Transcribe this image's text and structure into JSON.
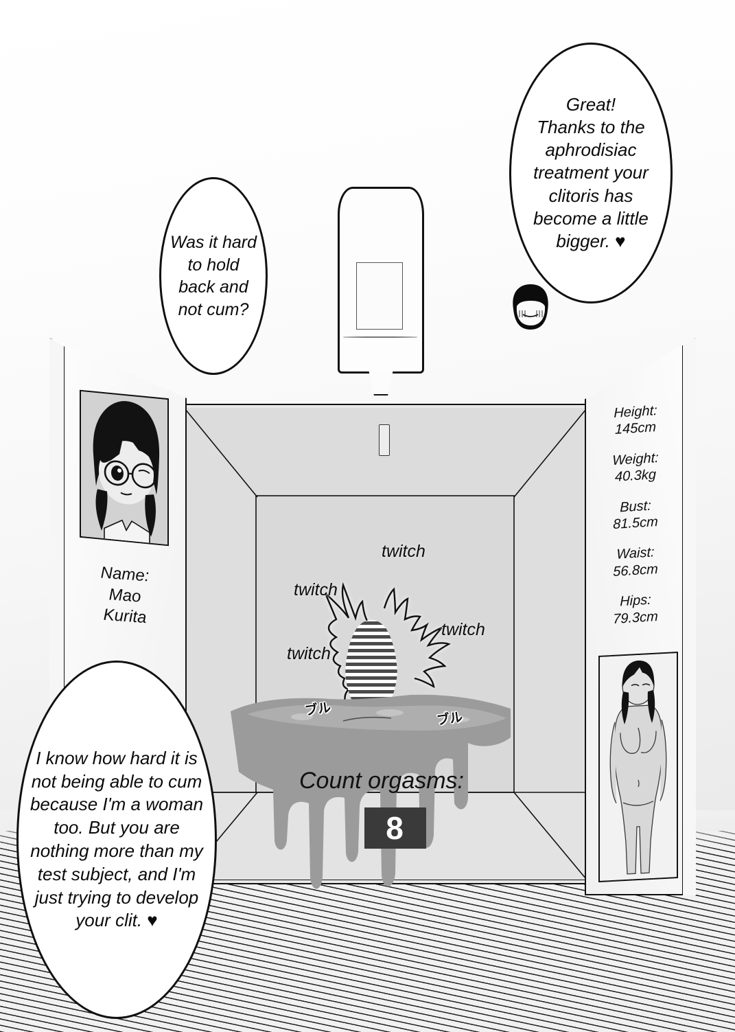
{
  "scene": {
    "title": "Test booth panel",
    "floor_label": "hatched-floor"
  },
  "bubbles": {
    "top_left": "Was it hard to hold back and not cum?",
    "top_right": "Great!\nThanks to the aphrodisiac treatment your clitoris has become a little bigger. ♥",
    "bottom_left": "I know how hard it is not being able to cum because I'm a woman too. But you are nothing more than my test subject, and I'm just trying to develop your clit. ♥"
  },
  "left_panel": {
    "name_label": "Name:",
    "name_line1": "Mao",
    "name_line2": "Kurita",
    "photo_alt": "portrait-photo"
  },
  "right_panel": {
    "stats": [
      {
        "key": "Height:",
        "value": "145cm"
      },
      {
        "key": "Weight:",
        "value": "40.3kg"
      },
      {
        "key": "Bust:",
        "value": "81.5cm"
      },
      {
        "key": "Waist:",
        "value": "56.8cm"
      },
      {
        "key": "Hips:",
        "value": "79.3cm"
      }
    ],
    "body_chart_alt": "full-body-figure"
  },
  "center": {
    "counter_label": "Count orgasms:",
    "counter_value": "8",
    "twitch": [
      "twitch",
      "twitch",
      "twitch",
      "twitch"
    ],
    "sfx": [
      "ブル",
      "ブル"
    ]
  },
  "colors": {
    "ink": "#101010",
    "booth_wall": "#dedede",
    "booth_back": "#d9d9d9",
    "fluid": "#9c9c9c",
    "counter_bg": "#3a3a3a"
  }
}
